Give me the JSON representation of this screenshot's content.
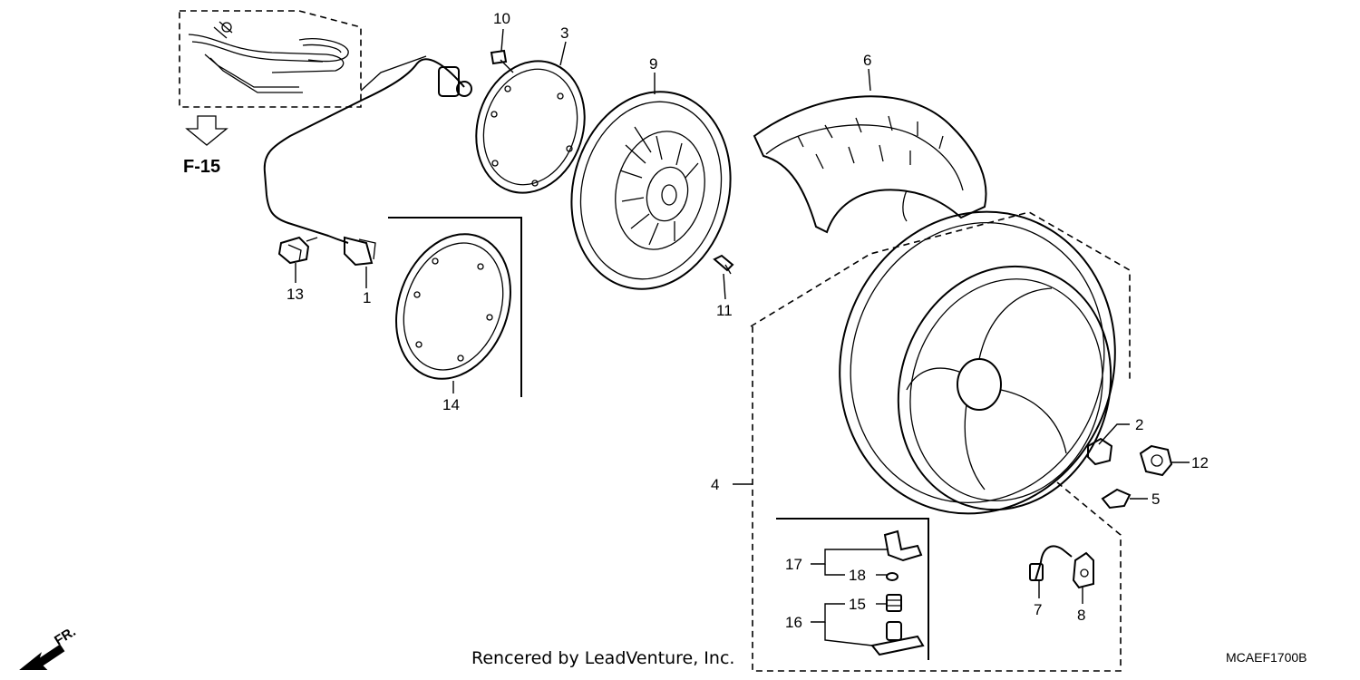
{
  "diagram": {
    "callouts": {
      "c1": "1",
      "c2": "2",
      "c3": "3",
      "c4": "4",
      "c5": "5",
      "c6": "6",
      "c7": "7",
      "c8": "8",
      "c9": "9",
      "c10": "10",
      "c11": "11",
      "c12": "12",
      "c13": "13",
      "c14": "14",
      "c15": "15",
      "c16": "16",
      "c17": "17",
      "c18": "18"
    },
    "reference": "F-15",
    "credit": "Rencered by LeadVenture, Inc.",
    "diagram_code": "MCAEF1700B",
    "direction_label": "FR."
  }
}
